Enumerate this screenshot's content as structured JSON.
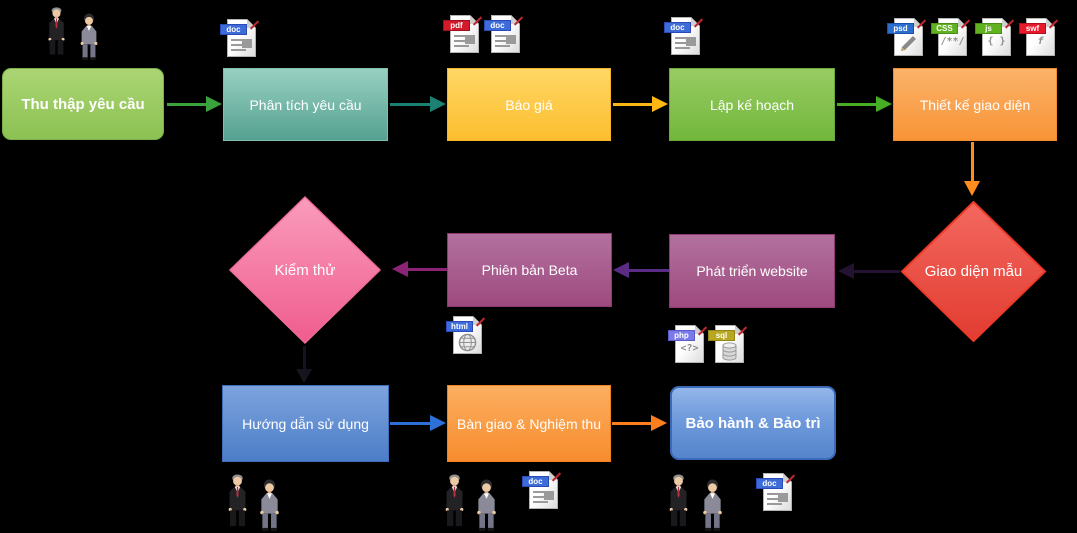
{
  "nodes": {
    "thu_thap": {
      "label": "Thu thập yêu cầu",
      "shape": "rounded-rect",
      "color": "#8cc153"
    },
    "phan_tich": {
      "label": "Phân tích yêu cầu",
      "shape": "rect",
      "color": "#6fb3a4"
    },
    "bao_gia": {
      "label": "Báo giá",
      "shape": "rect",
      "color": "#fdc53d"
    },
    "lap_ke_hoach": {
      "label": "Lập kế hoạch",
      "shape": "rect",
      "color": "#7fbf4a"
    },
    "thiet_ke": {
      "label": "Thiết kế giao diện",
      "shape": "rect",
      "color": "#f99e44"
    },
    "giao_dien_mau": {
      "label": "Giao diện mẫu",
      "shape": "diamond",
      "color": "#ec4a41"
    },
    "phat_trien": {
      "label": "Phát triển website",
      "shape": "rect",
      "color": "#a85a8b"
    },
    "phien_ban_beta": {
      "label": "Phiên bản Beta",
      "shape": "rect",
      "color": "#a85a8b"
    },
    "kiem_thu": {
      "label": "Kiểm thử",
      "shape": "diamond",
      "color": "#f47fa5"
    },
    "huong_dan": {
      "label": "Hướng dẫn sử dụng",
      "shape": "rect",
      "color": "#5b8ed6"
    },
    "ban_giao": {
      "label": "Bàn giao & Nghiệm thu",
      "shape": "rect",
      "color": "#f99a3f"
    },
    "bao_hanh": {
      "label": "Bảo hành & Bảo trì",
      "shape": "rounded-rect",
      "color": "#6f9be0"
    }
  },
  "file_icons": {
    "doc": {
      "label": "doc"
    },
    "pdf": {
      "label": "pdf"
    },
    "psd": {
      "label": "psd",
      "glyph": "pencil"
    },
    "css": {
      "label": "CSS",
      "glyph": "/**/"
    },
    "js": {
      "label": "js",
      "glyph": "{ }"
    },
    "swf": {
      "label": "swf",
      "glyph": "f"
    },
    "html": {
      "label": "html",
      "glyph": "globe"
    },
    "php": {
      "label": "php",
      "glyph": "<?>"
    },
    "sql": {
      "label": "sql",
      "glyph": "database"
    }
  },
  "arrows": [
    {
      "from": "thu_thap",
      "to": "phan_tich",
      "color": "#3ba33b"
    },
    {
      "from": "phan_tich",
      "to": "bao_gia",
      "color": "#1b8173"
    },
    {
      "from": "bao_gia",
      "to": "lap_ke_hoach",
      "color": "#fdb814"
    },
    {
      "from": "lap_ke_hoach",
      "to": "thiet_ke",
      "color": "#46ad24"
    },
    {
      "from": "thiet_ke",
      "to": "giao_dien_mau",
      "color": "#ff8c1f"
    },
    {
      "from": "giao_dien_mau",
      "to": "phat_trien",
      "color": "#241232"
    },
    {
      "from": "phat_trien",
      "to": "phien_ban_beta",
      "color": "#5b2c86"
    },
    {
      "from": "phien_ban_beta",
      "to": "kiem_thu",
      "color": "#8c2374"
    },
    {
      "from": "kiem_thu",
      "to": "huong_dan",
      "color": "#15151f"
    },
    {
      "from": "huong_dan",
      "to": "ban_giao",
      "color": "#2c70d8"
    },
    {
      "from": "ban_giao",
      "to": "bao_hanh",
      "color": "#ff7f1f"
    }
  ],
  "colors": {
    "background": "#000000",
    "node_text": "#ffffff",
    "pink_diamond_top": "#fa9cbc",
    "pink_diamond_bottom": "#ef5c8e",
    "red_diamond_top": "#f3685f",
    "red_diamond_bottom": "#e23c31"
  }
}
